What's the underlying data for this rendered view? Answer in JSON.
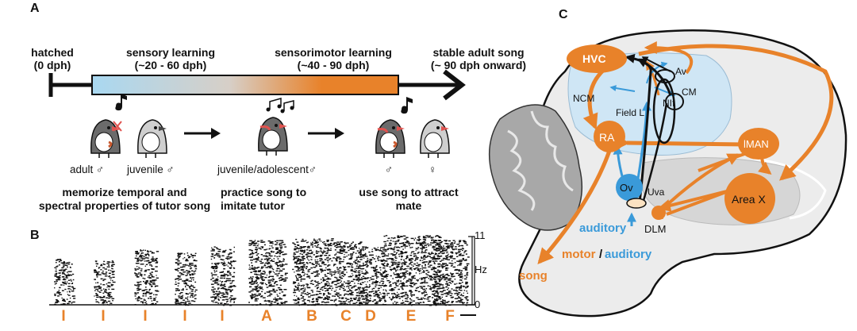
{
  "panels": {
    "a": "A",
    "b": "B",
    "c": "C"
  },
  "timeline": {
    "hatched": {
      "line1": "hatched",
      "line2": "(0 dph)"
    },
    "sensory": {
      "line1": "sensory learning",
      "line2": "(~20 - 60 dph)"
    },
    "sensorimotor": {
      "line1": "sensorimotor learning",
      "line2": "(~40 - 90 dph)"
    },
    "adult": {
      "line1": "stable adult song",
      "line2": "(~ 90 dph onward)"
    },
    "gradient_start": "#a9d8f1",
    "gradient_end": "#e8822a"
  },
  "birds": {
    "adult": "adult ♂",
    "juvenile": "juvenile ♂",
    "adolescent": "juvenile/adolescent♂",
    "male": "♂",
    "female": "♀"
  },
  "captions": {
    "memorize": {
      "line1": "memorize temporal and",
      "line2": "spectral properties of tutor song"
    },
    "practice": {
      "line1": "practice song to",
      "line2": "imitate tutor"
    },
    "attract": {
      "line1": "use song to attract",
      "line2": "mate"
    }
  },
  "spectrogram": {
    "y_max": "11",
    "y_min": "0",
    "unit": "Hz",
    "syllables": [
      "I",
      "I",
      "I",
      "I",
      "I",
      "A",
      "B",
      "C",
      "D",
      "E",
      "F"
    ]
  },
  "brain": {
    "nuclei": {
      "hvc": "HVC",
      "av": "Av",
      "cm": "CM",
      "nif": "NIf",
      "ncm": "NCM",
      "fieldl": "Field L",
      "ra": "RA",
      "lman": "lMAN",
      "areax": "Area X",
      "ov": "Ov",
      "uva": "Uva",
      "dlm": "DLM"
    },
    "labels": {
      "auditory": "auditory",
      "motor": "motor",
      "slash": "/",
      "motor_auditory": "auditory",
      "song": "song"
    },
    "colors": {
      "motor": "#e8822a",
      "auditory": "#3a9ad9",
      "auditory_region": "#cfe6f5",
      "brain": "#e9e9e9"
    }
  }
}
